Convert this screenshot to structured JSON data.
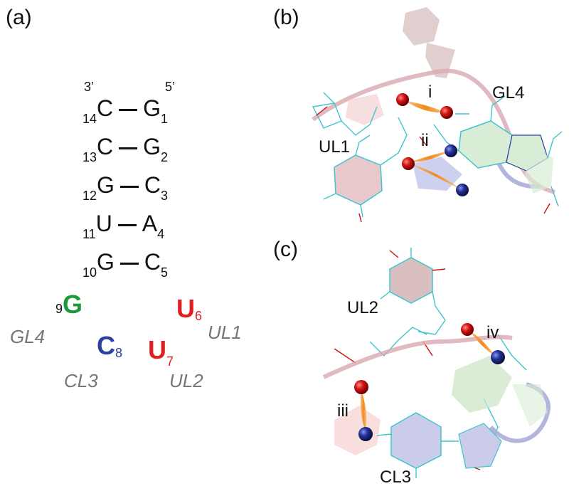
{
  "panels": {
    "a": "(a)",
    "b": "(b)",
    "c": "(c)"
  },
  "ends": {
    "three_prime": "3’",
    "five_prime": "5’"
  },
  "stem_pairs": [
    {
      "left_num": "14",
      "left": "C",
      "right": "G",
      "right_num": "1"
    },
    {
      "left_num": "13",
      "left": "C",
      "right": "G",
      "right_num": "2"
    },
    {
      "left_num": "12",
      "left": "G",
      "right": "C",
      "right_num": "3"
    },
    {
      "left_num": "11",
      "left": "U",
      "right": "A",
      "right_num": "4"
    },
    {
      "left_num": "10",
      "left": "G",
      "right": "C",
      "right_num": "5"
    }
  ],
  "loop": {
    "g9": {
      "num": "9",
      "base": "G",
      "color": "#1a9a3a"
    },
    "u6": {
      "base": "U",
      "num": "6",
      "color": "#e02020"
    },
    "c8": {
      "base": "C",
      "num": "8",
      "color": "#2a3f9e"
    },
    "u7": {
      "base": "U",
      "num": "7",
      "color": "#e02020"
    }
  },
  "tags": {
    "gl4": "GL4",
    "ul1": "UL1",
    "cl3": "CL3",
    "ul2": "UL2"
  },
  "panel_b": {
    "gl4": "GL4",
    "ul1": "UL1",
    "i": "i",
    "ii": "ii"
  },
  "panel_c": {
    "ul2": "UL2",
    "iv": "iv",
    "iii": "iii",
    "cl3": "CL3"
  },
  "colors": {
    "oxygen": "#cc1111",
    "nitrogen": "#1f2a8a",
    "bond": "#f2a03a",
    "stick": "#3fc5cf"
  }
}
